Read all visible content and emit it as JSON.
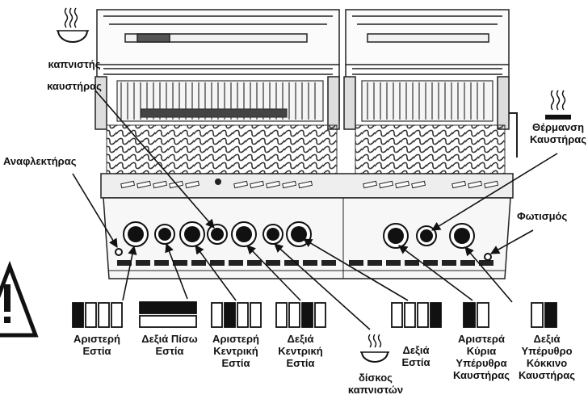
{
  "labels": {
    "smoker_burner": [
      "καπνιστής",
      "καυστήρας"
    ],
    "igniter": "Αναφλεκτήρας",
    "rear_burner": [
      "Θέρμανση",
      "Καυστήρας"
    ],
    "lighting": "Φωτισμός",
    "left_burner": [
      "Αριστερή",
      "Εστία"
    ],
    "right_rear_burner": [
      "Δεξιά Πίσω",
      "Εστία"
    ],
    "left_center_burner": [
      "Αριστερή",
      "Κεντρική",
      "Εστία"
    ],
    "right_center_burner": [
      "Δεξιά",
      "Κεντρική",
      "Εστία"
    ],
    "smoker_tray": [
      "δίσκος",
      "καπνιστών"
    ],
    "right_burner": [
      "Δεξιά",
      "Εστία"
    ],
    "left_main_ir": [
      "Αριστερά",
      "Κύρια",
      "Υπέρυθρα",
      "Καυστήρας"
    ],
    "right_ir_red": [
      "Δεξιά",
      "Υπέρυθρο",
      "Κόκκινο",
      "Καυστήρας"
    ]
  },
  "icons": {
    "smoker": "steam-bowl-icon",
    "rear_heat": "heat-waves-icon",
    "warning": "warning-triangle-icon",
    "burner_position": "burner-position-icon"
  }
}
